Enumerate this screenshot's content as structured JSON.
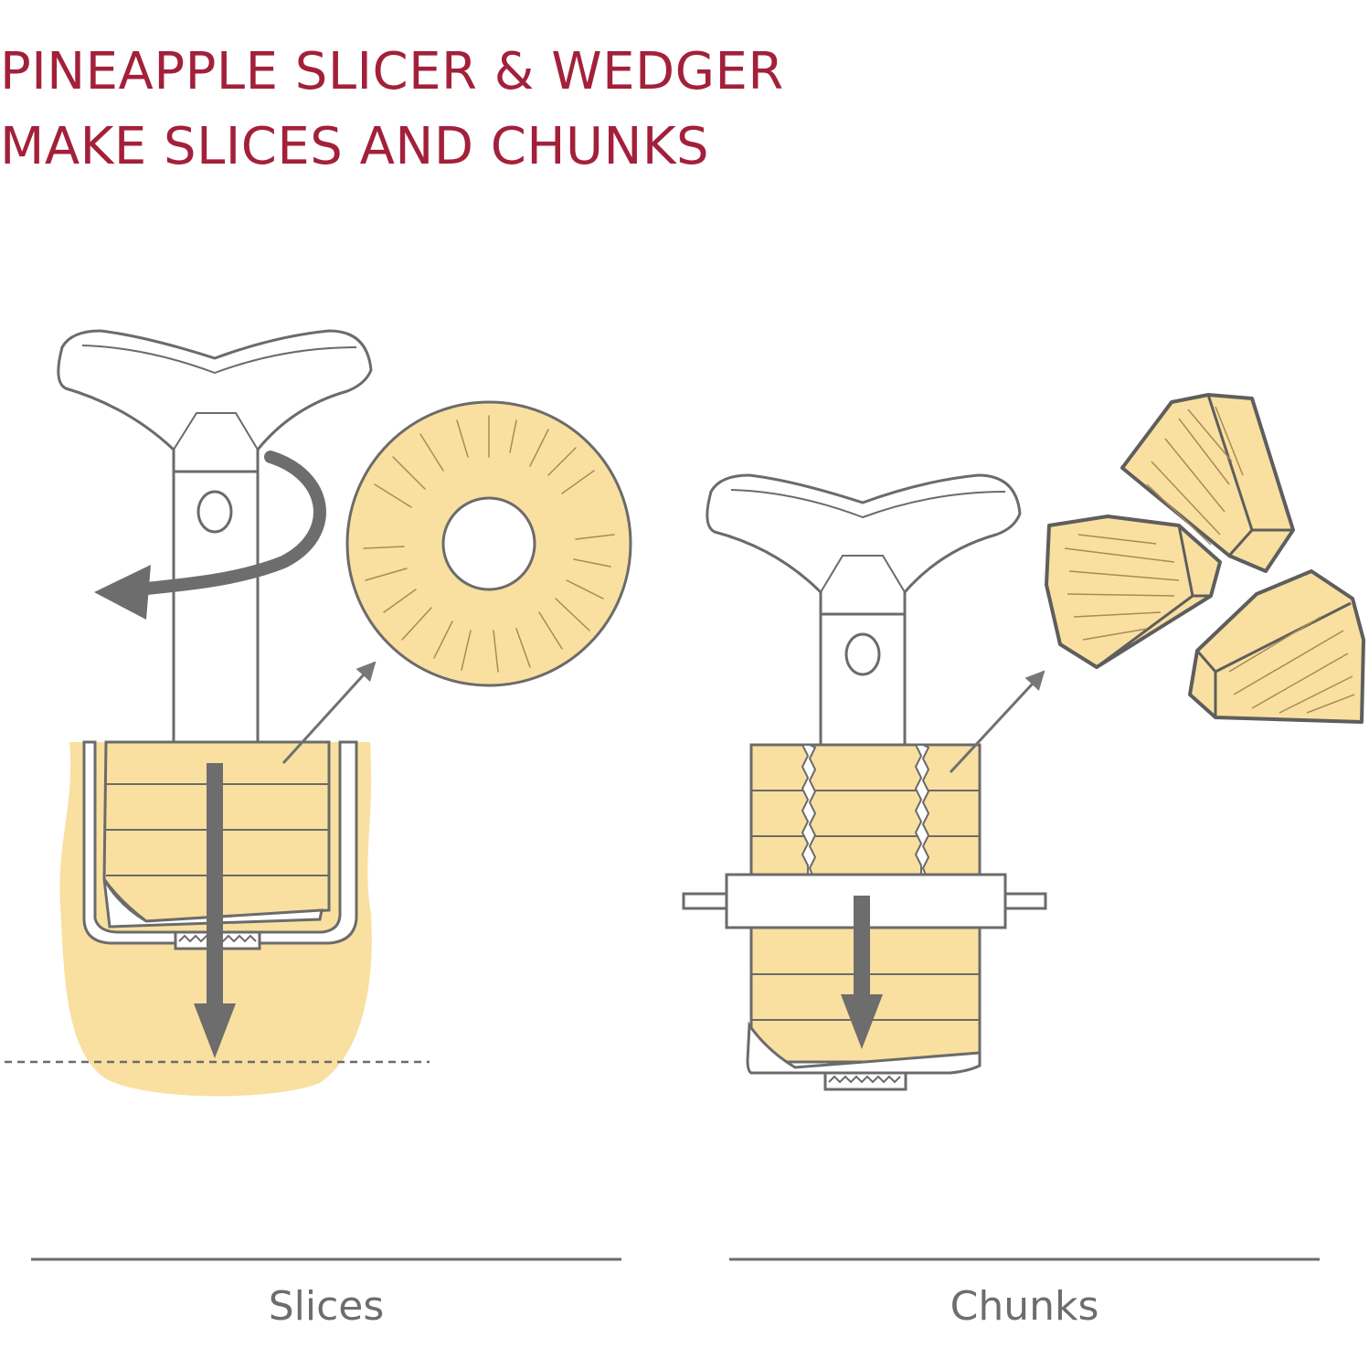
{
  "heading": {
    "line1": "PINEAPPLE SLICER & WEDGER",
    "line2": "MAKE SLICES AND CHUNKS"
  },
  "panels": [
    {
      "caption": "Slices"
    },
    {
      "caption": "Chunks"
    }
  ],
  "colors": {
    "heading": "#a3203a",
    "fruit": "#f9e0a0",
    "outline": "#5e5e5e",
    "arrow": "#6d6d6d",
    "caption": "#6d6d6d"
  }
}
